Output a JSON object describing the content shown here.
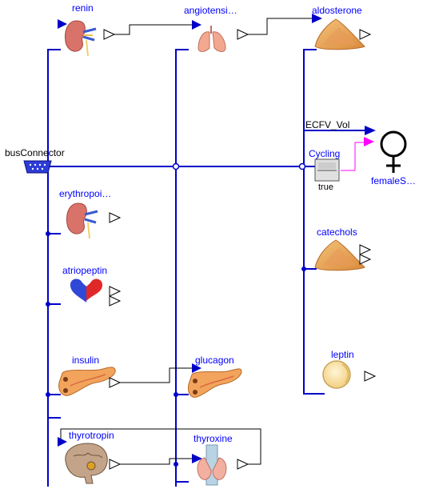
{
  "labels": {
    "renin": "renin",
    "angiotensin": "angiotensi…",
    "aldosterone": "aldosterone",
    "bus_connector": "busConnector",
    "ecfv_vol": "ECFV_Vol",
    "cycling": "Cycling",
    "cycling_value": "true",
    "female_sex": "femaleS…",
    "erythropoietin": "erythropoi…",
    "atriopeptin": "atriopeptin",
    "catechols": "catechols",
    "leptin": "leptin",
    "insulin": "insulin",
    "glucagon": "glucagon",
    "thyrotropin": "thyrotropin",
    "thyroxine": "thyroxine"
  },
  "icons": {
    "renin": "kidney-icon",
    "angiotensin": "lungs-icon",
    "aldosterone": "adrenal-gland-icon",
    "erythropoietin": "kidney-icon",
    "atriopeptin": "heart-icon",
    "catechols": "adrenal-gland-icon",
    "leptin": "fat-cell-icon",
    "insulin": "pancreas-icon",
    "glucagon": "pancreas-icon",
    "thyrotropin": "brain-icon",
    "thyroxine": "thyroid-icon",
    "female_sex": "female-symbol-icon",
    "bus_connector": "bus-connector-icon",
    "cycling": "boolean-source-icon"
  },
  "colors": {
    "bus": "#0000c8",
    "label": "#0000ff",
    "boolean_signal": "#ff00ff"
  }
}
